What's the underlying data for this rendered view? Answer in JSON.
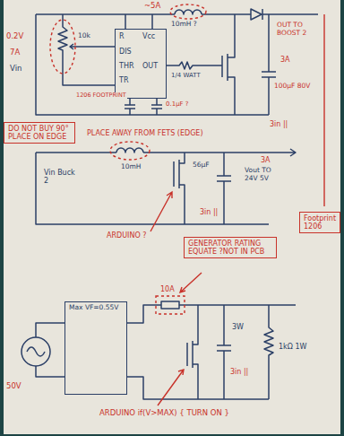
{
  "diagram": {
    "nodes": [
      {
        "text": [
          "R",
          "Vcc",
          "DIS",
          "THR",
          "TR",
          "OUT"
        ]
      },
      {
        "text": [
          "DO NOT BUY 90° PLACE ON EDGE"
        ]
      },
      {
        "text": [
          "GENERATOR RATING EQUATE ?NOT IN PCB"
        ]
      },
      {
        "text": [
          "Footprint 1206"
        ]
      },
      {
        "text": [
          "Max VF=0.55V"
        ]
      }
    ],
    "labels": [
      "~5A",
      "0.2V",
      "7A",
      "Vin",
      "10k",
      "1206 FOOTPRINT",
      "10mH ?",
      "1/4 WATT",
      "100µF 80V",
      "3in ||",
      "OUT TO BOOST 2",
      "3A",
      "PLACE AWAY FROM FETS (EDGE)",
      "10mH",
      "Vin Buck 2",
      "3A",
      "56µF",
      "Vout TO 24V 5V",
      "3in ||",
      "ARDUINO ?",
      "50V",
      "10A",
      "3W",
      "1kΩ 1W",
      "3in ||",
      "ARDUINO if(V>MAX) { TURN ON }",
      "0.1µF ?"
    ]
  }
}
